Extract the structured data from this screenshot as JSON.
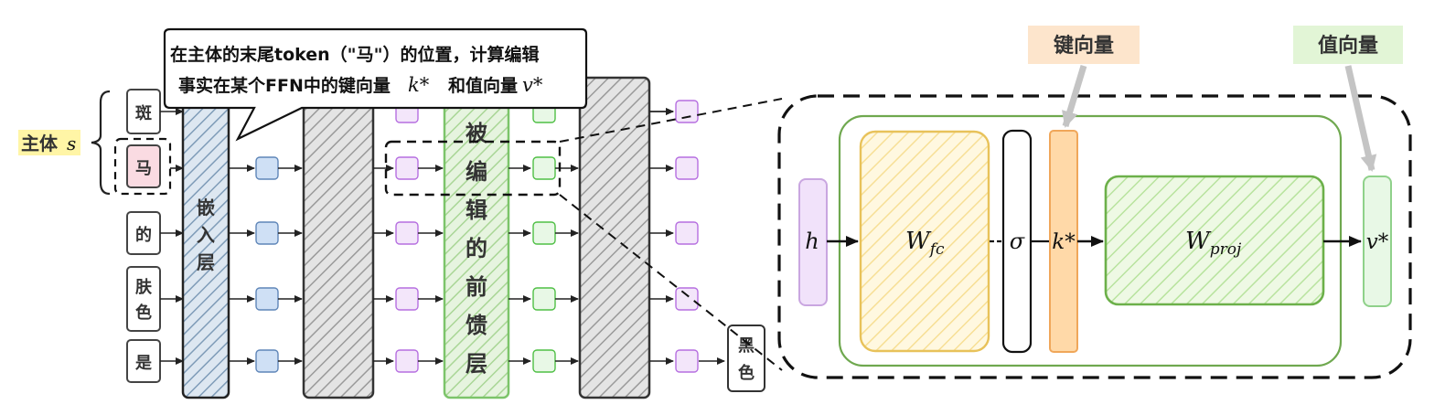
{
  "subject_label": "主体",
  "subject_symbol": "s",
  "tokens": [
    "斑",
    "马",
    "的",
    "肤",
    "色",
    "是"
  ],
  "embedding_layer_label": "嵌入层",
  "edited_layer_label": "被编辑的前馈层",
  "output_token": "黑色",
  "callout": {
    "line1": "在主体的末尾token（\"马\"）的位置，计算编辑",
    "line2_prefix": "事实在某个FFN中的键向量",
    "line2_key": "k*",
    "line2_mid": "和值向量",
    "line2_value": "v*"
  },
  "ffn_detail": {
    "input": "h",
    "fc_weight": "W_fc",
    "activation": "σ",
    "key": "k*",
    "proj_weight": "W_proj",
    "value": "v*",
    "key_tag": "键向量",
    "value_tag": "值向量"
  },
  "colors": {
    "hidden_state_blue": "#cfe0f5",
    "hidden_state_purple": "#f3e6fa",
    "hidden_state_green": "#e8f8e6",
    "embedding_hatch": "#8aa6c1",
    "edited_layer_green": "#9ad08a",
    "key_orange": "#ffd9a8",
    "value_green": "#d9f2cf",
    "fc_yellow": "#fbe7a8",
    "proj_green": "#b8e39e",
    "key_tag_bg": "#fde5cc",
    "value_tag_bg": "#e2f5d6",
    "subject_highlight": "#fff5a6"
  },
  "icons": [
    "arrow-icon",
    "brace-icon"
  ]
}
